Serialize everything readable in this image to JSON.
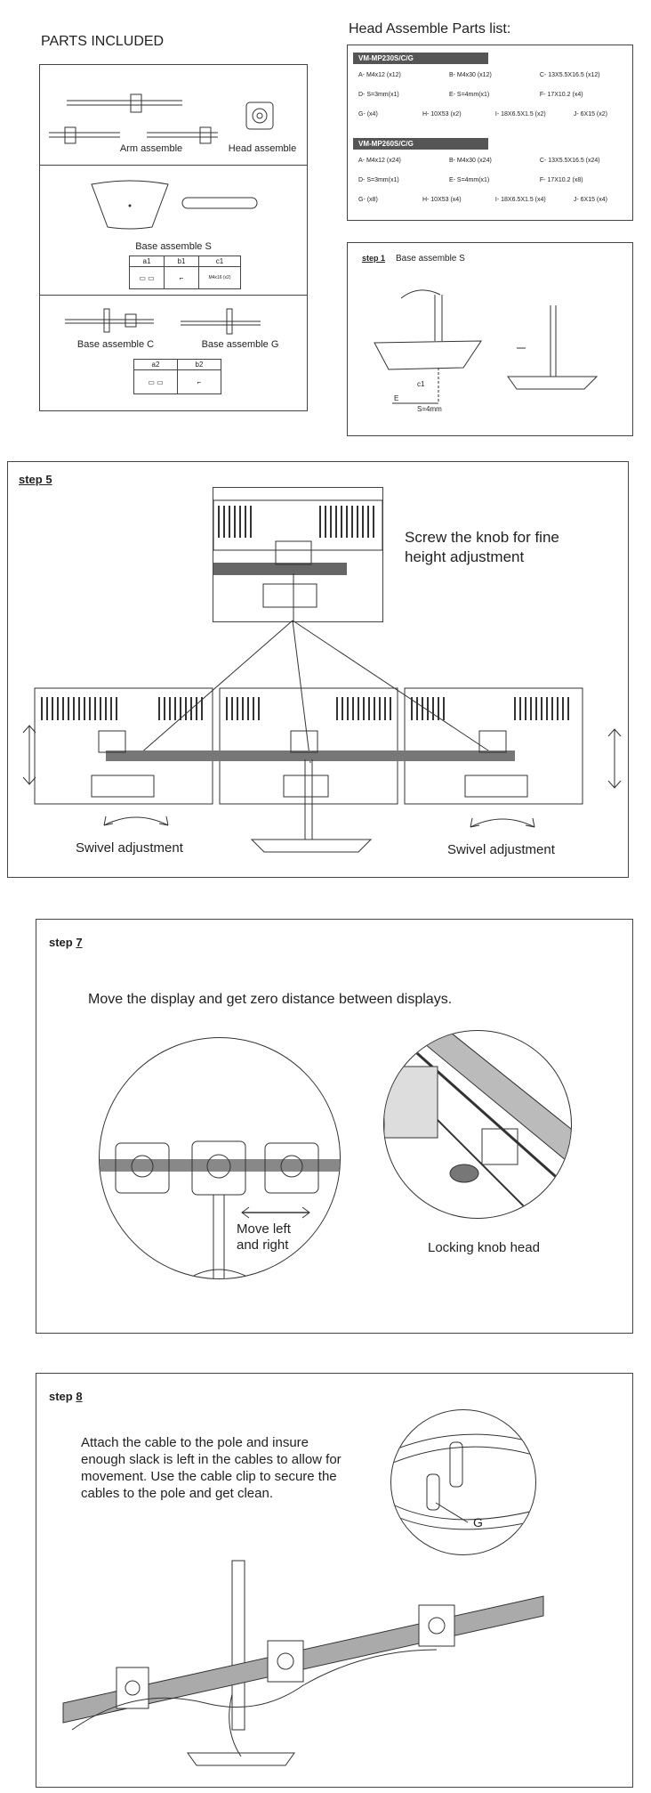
{
  "parts": {
    "title": "PARTS INCLUDED",
    "arm_label": "Arm assemble",
    "head_label": "Head assemble",
    "base_s_label": "Base assemble S",
    "base_s_table": {
      "headers": [
        "a1",
        "b1",
        "c1"
      ],
      "c1_note": "M4x16 (x2)"
    },
    "base_c_label": "Base assemble C",
    "base_g_label": "Base assemble G",
    "base_g_table": {
      "headers": [
        "a2",
        "b2"
      ]
    }
  },
  "head_parts": {
    "title": "Head Assemble Parts list:",
    "sections": [
      {
        "model": "VM-MP230S/C/G",
        "rows": [
          [
            "A- M4x12 (x12)",
            "B- M4x30 (x12)",
            "C- 13X5.5X16.5 (x12)"
          ],
          [
            "D- S=3mm(x1)",
            "E- S=4mm(x1)",
            "F- 17X10.2 (x4)"
          ],
          [
            "G- (x4)",
            "H- 10X53 (x2)",
            "I- 18X6.5X1.5 (x2)",
            "J- 6X15 (x2)"
          ]
        ]
      },
      {
        "model": "VM-MP260S/C/G",
        "rows": [
          [
            "A- M4x12 (x24)",
            "B- M4x30 (x24)",
            "C- 13X5.5X16.5 (x24)"
          ],
          [
            "D- S=3mm(x1)",
            "E- S=4mm(x1)",
            "F- 17X10.2 (x8)"
          ],
          [
            "G- (x8)",
            "H- 10X53 (x4)",
            "I- 18X6.5X1.5 (x4)",
            "J- 6X15 (x4)"
          ]
        ]
      }
    ]
  },
  "step1": {
    "label": "step 1",
    "title": "Base assemble S",
    "c1": "c1",
    "e": "E",
    "s": "S=4mm"
  },
  "step5": {
    "label": "step 5",
    "callout": "Screw the knob for fine height adjustment",
    "swivel_left": "Swivel adjustment",
    "swivel_right": "Swivel adjustment"
  },
  "step7": {
    "label_prefix": "step ",
    "label_num": "7",
    "instruction": "Move the display and get zero distance between displays.",
    "move_text": "Move left and right",
    "knob_text": "Locking knob head"
  },
  "step8": {
    "label_prefix": "step ",
    "label_num": "8",
    "instruction": "Attach the cable to the pole and insure enough slack is left in the cables to allow for movement. Use the cable clip to secure the cables to the pole and get clean.",
    "g_label": "G"
  }
}
